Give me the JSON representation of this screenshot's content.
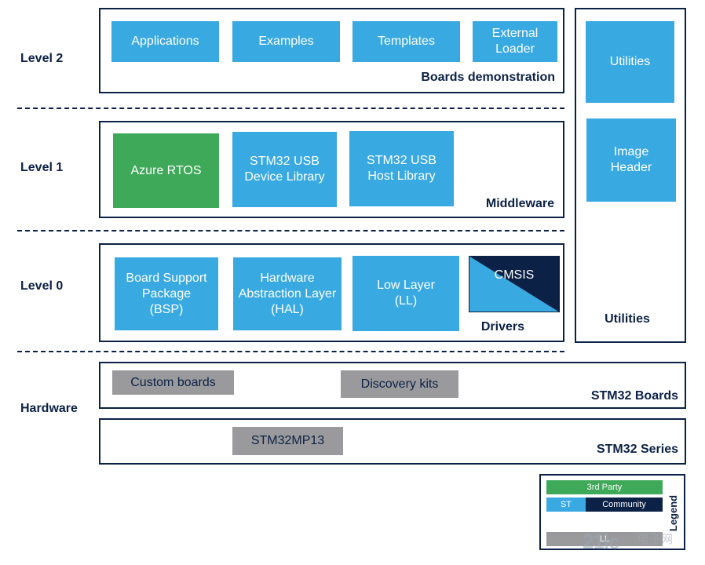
{
  "levels": {
    "level2": "Level 2",
    "level1": "Level 1",
    "level0": "Level 0",
    "hardware": "Hardware"
  },
  "boards_demonstration": {
    "label": "Boards demonstration",
    "items": [
      "Applications",
      "Examples",
      "Templates",
      "External\nLoader"
    ]
  },
  "middleware": {
    "label": "Middleware",
    "azure": "Azure RTOS",
    "usb_device": "STM32 USB\nDevice Library",
    "usb_host": "STM32 USB\nHost Library"
  },
  "drivers": {
    "label": "Drivers",
    "bsp": "Board Support\nPackage\n(BSP)",
    "hal": "Hardware\nAbstraction Layer\n(HAL)",
    "ll": "Low Layer\n(LL)",
    "cmsis": "CMSIS"
  },
  "utilities": {
    "label": "Utilities",
    "utilities_box": "Utilities",
    "image_header": "Image\nHeader"
  },
  "stm32_boards": {
    "label": "STM32 Boards",
    "custom": "Custom boards",
    "discovery": "Discovery kits"
  },
  "stm32_series": {
    "label": "STM32 Series",
    "chip": "STM32MP13"
  },
  "legend": {
    "title": "Legend",
    "third_party": "3rd Party",
    "st": "ST",
    "community": "Community",
    "last": "LL"
  },
  "colors": {
    "st_blue": "#39a9e1",
    "third_party_green": "#3fa95a",
    "community_navy": "#0b2145",
    "hardware_grey": "#9a9a9c"
  },
  "watermark": {
    "logo": "21ic",
    "text": "电子网"
  }
}
